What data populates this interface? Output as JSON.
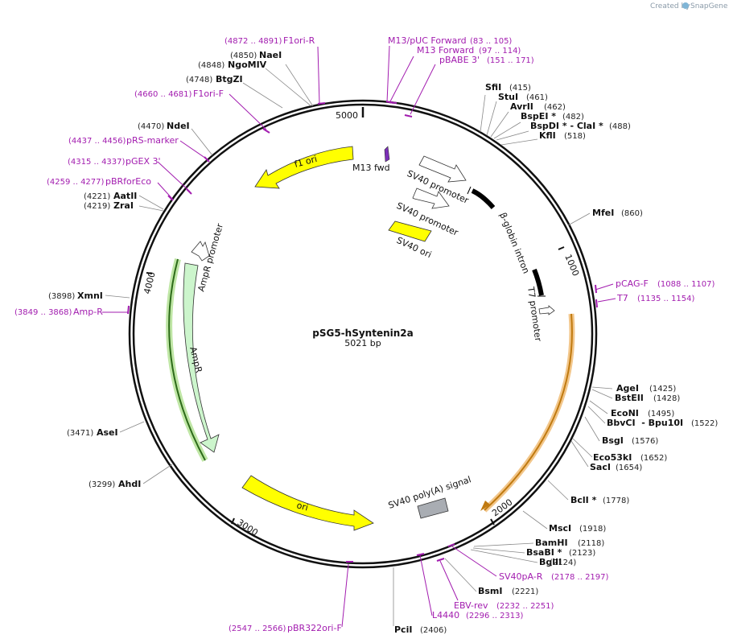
{
  "plasmid": {
    "name": "pSG5-hSyntenin2a",
    "length_label": "5021 bp"
  },
  "watermark": {
    "prefix": "Created by",
    "brand": "SnapGene"
  },
  "ticks": [
    "1000",
    "2000",
    "3000",
    "4000",
    "5000"
  ],
  "features": [
    {
      "label": "f1 ori",
      "color": "#ffff00"
    },
    {
      "label": "M13 fwd",
      "color": "#7c2fb8"
    },
    {
      "label": "SV40 promoter",
      "color": "#ffffff"
    },
    {
      "label": "SV40 promoter",
      "color": "#ffffff"
    },
    {
      "label": "SV40 ori",
      "color": "#ffff00"
    },
    {
      "label": "β-globin intron",
      "color": "#000000"
    },
    {
      "label": "T7 promoter",
      "color": "#ffffff"
    },
    {
      "label": "AmpR promoter",
      "color": "#ffffff"
    },
    {
      "label": "AmpR",
      "color": "#ccf5cc"
    },
    {
      "label": "ori",
      "color": "#ffff00"
    },
    {
      "label": "SV40 poly(A) signal",
      "color": "#a9adb3"
    }
  ],
  "enzymes": [
    {
      "pos": "(4850)",
      "name": "NaeI"
    },
    {
      "pos": "(4848)",
      "name": "NgoMIV"
    },
    {
      "pos": "(4748)",
      "name": "BtgZI"
    },
    {
      "pos": "(4470)",
      "name": "NdeI"
    },
    {
      "pos": "(4221)",
      "name": "AatII"
    },
    {
      "pos": "(4219)",
      "name": "ZraI"
    },
    {
      "pos": "(3898)",
      "name": "XmnI"
    },
    {
      "pos": "(3471)",
      "name": "AseI"
    },
    {
      "pos": "(3299)",
      "name": "AhdI"
    },
    {
      "pos": "(2406)",
      "name": "PciI"
    },
    {
      "pos": "(415)",
      "name": "SfiI"
    },
    {
      "pos": "(461)",
      "name": "StuI"
    },
    {
      "pos": "(462)",
      "name": "AvrII"
    },
    {
      "pos": "(482)",
      "name": "BspEI *"
    },
    {
      "pos": "(488)",
      "name": "BspDI * - ClaI *"
    },
    {
      "pos": "(518)",
      "name": "KflI"
    },
    {
      "pos": "(860)",
      "name": "MfeI"
    },
    {
      "pos": "(1425)",
      "name": "AgeI"
    },
    {
      "pos": "(1428)",
      "name": "BstEII"
    },
    {
      "pos": "(1495)",
      "name": "EcoNI"
    },
    {
      "pos": "(1522)",
      "name": "BbvCI  - Bpu10I"
    },
    {
      "pos": "(1576)",
      "name": "BsgI"
    },
    {
      "pos": "(1652)",
      "name": "Eco53kI"
    },
    {
      "pos": "(1654)",
      "name": "SacI"
    },
    {
      "pos": "(1778)",
      "name": "BclI *"
    },
    {
      "pos": "(1918)",
      "name": "MscI"
    },
    {
      "pos": "(2118)",
      "name": "BamHI"
    },
    {
      "pos": "(2123)",
      "name": "BsaBI *"
    },
    {
      "pos": "(2124)",
      "name": "BglII"
    },
    {
      "pos": "(2221)",
      "name": "BsmI"
    }
  ],
  "primers": [
    {
      "pos": "(4872 .. 4891)",
      "name": "F1ori-R"
    },
    {
      "pos": "(4660 .. 4681)",
      "name": "F1ori-F"
    },
    {
      "pos": "(4437 .. 4456)",
      "name": "pRS-marker"
    },
    {
      "pos": "(4315 .. 4337)",
      "name": "pGEX 3'"
    },
    {
      "pos": "(4259 .. 4277)",
      "name": "pBRforEco"
    },
    {
      "pos": "(3849 .. 3868)",
      "name": "Amp-R"
    },
    {
      "pos": "(2547 .. 2566)",
      "name": "pBR322ori-F"
    },
    {
      "pos": "(83 .. 105)",
      "name": "M13/pUC Forward"
    },
    {
      "pos": "(97 .. 114)",
      "name": "M13 Forward"
    },
    {
      "pos": "(151 .. 171)",
      "name": "pBABE 3'"
    },
    {
      "pos": "(1088 .. 1107)",
      "name": "pCAG-F"
    },
    {
      "pos": "(1135 .. 1154)",
      "name": "T7"
    },
    {
      "pos": "(2178 .. 2197)",
      "name": "SV40pA-R"
    },
    {
      "pos": "(2232 .. 2251)",
      "name": "EBV-rev"
    },
    {
      "pos": "(2296 .. 2313)",
      "name": "L4440"
    }
  ]
}
